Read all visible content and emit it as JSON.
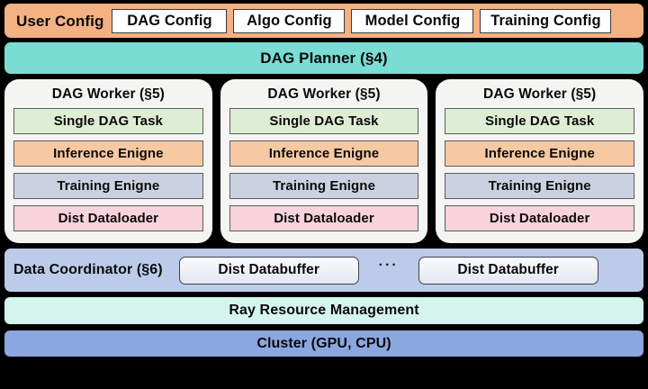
{
  "config_band": {
    "user_config_label": "User Config",
    "chips": [
      {
        "label": "DAG Config"
      },
      {
        "label": "Algo Config"
      },
      {
        "label": "Model Config"
      },
      {
        "label": "Training Config"
      }
    ]
  },
  "planner": {
    "label": "DAG  Planner  (§4)"
  },
  "workers": [
    {
      "title": "DAG Worker  (§5)",
      "blocks": [
        {
          "label": "Single DAG Task"
        },
        {
          "label": "Inference Enigne"
        },
        {
          "label": "Training Enigne"
        },
        {
          "label": "Dist Dataloader"
        }
      ]
    },
    {
      "title": "DAG Worker  (§5)",
      "blocks": [
        {
          "label": "Single DAG Task"
        },
        {
          "label": "Inference Enigne"
        },
        {
          "label": "Training Enigne"
        },
        {
          "label": "Dist Dataloader"
        }
      ]
    },
    {
      "title": "DAG Worker  (§5)",
      "blocks": [
        {
          "label": "Single DAG Task"
        },
        {
          "label": "Inference Enigne"
        },
        {
          "label": "Training Enigne"
        },
        {
          "label": "Dist Dataloader"
        }
      ]
    }
  ],
  "coordinator": {
    "label": "Data Coordinator  (§6)",
    "buffer_left": "Dist Databuffer",
    "ellipsis": "···",
    "buffer_right": "Dist Databuffer"
  },
  "ray": {
    "label": "Ray Resource Management"
  },
  "cluster": {
    "label": "Cluster (GPU, CPU)"
  },
  "colors": {
    "background": "#000000",
    "config_band": "#f4b183",
    "planner": "#7adcd2",
    "worker_card": "#f4f4f2",
    "block_task": "#deeed4",
    "block_inference": "#f7c9a2",
    "block_training": "#ccd1e1",
    "block_dataloader": "#f8d3dc",
    "coordinator": "#bccbea",
    "ray": "#d6f4ee",
    "cluster": "#8ba7df"
  }
}
